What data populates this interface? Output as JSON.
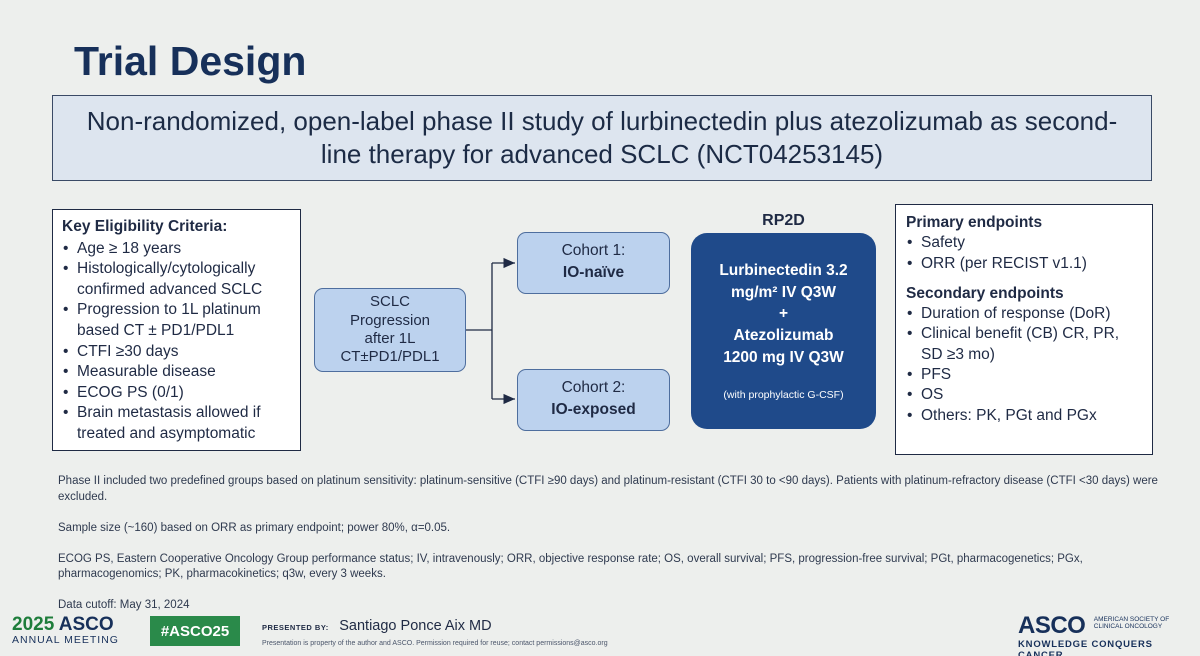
{
  "title": "Trial Design",
  "subtitle": "Non-randomized, open-label phase II study of lurbinectedin plus atezolizumab as second-line therapy for advanced SCLC (NCT04253145)",
  "eligibility": {
    "heading": "Key Eligibility Criteria:",
    "items": [
      "Age ≥ 18 years",
      "Histologically/cytologically confirmed advanced SCLC",
      "Progression to 1L platinum based CT ±  PD1/PDL1",
      "CTFI ≥30 days",
      "Measurable disease",
      "ECOG PS (0/1)",
      "Brain metastasis allowed if treated and asymptomatic"
    ]
  },
  "sclc_box": [
    "SCLC",
    "Progression",
    "after 1L",
    "CT±PD1/PDL1"
  ],
  "cohorts": [
    {
      "name": "Cohort 1:",
      "group": "IO-naïve"
    },
    {
      "name": "Cohort 2:",
      "group": "IO-exposed"
    }
  ],
  "rp2d": {
    "label": "RP2D",
    "lines": [
      "Lurbinectedin 3.2",
      "mg/m² IV Q3W",
      "+",
      "Atezolizumab",
      "1200 mg IV Q3W"
    ],
    "note": "(with prophylactic G-CSF)"
  },
  "endpoints": {
    "primary_heading": "Primary endpoints",
    "primary": [
      "Safety",
      "ORR (per RECIST v1.1)"
    ],
    "secondary_heading": "Secondary endpoints",
    "secondary": [
      "Duration of response (DoR)",
      "Clinical benefit (CB) CR, PR, SD ≥3 mo)",
      "PFS",
      "OS",
      "Others: PK, PGt and PGx"
    ]
  },
  "notes": {
    "groups": "Phase II included two predefined groups based on platinum sensitivity: platinum-sensitive (CTFI ≥90 days) and platinum-resistant (CTFI 30 to <90 days). Patients with platinum-refractory disease (CTFI <30 days) were excluded.",
    "sample": "Sample size (~160) based on ORR as primary endpoint; power 80%, α=0.05.",
    "abbrev": "ECOG PS, Eastern Cooperative Oncology Group performance status; IV, intravenously; ORR, objective response rate; OS, overall survival; PFS, progression-free survival; PGt, pharmacogenetics; PGx, pharmacogenomics; PK, pharmacokinetics; q3w, every 3 weeks.",
    "cutoff": "Data cutoff: May 31, 2024"
  },
  "footer": {
    "meeting_year": "2025",
    "meeting_name": "ASCO",
    "meeting_sub": "ANNUAL MEETING",
    "hashtag": "#ASCO25",
    "presented_label": "PRESENTED BY:",
    "presenter": "Santiago Ponce Aix MD",
    "disclaimer": "Presentation is property of the author and ASCO. Permission required for reuse; contact permissions@asco.org",
    "logo_text": "ASCO",
    "logo_society": [
      "AMERICAN SOCIETY OF",
      "CLINICAL ONCOLOGY"
    ],
    "logo_tagline": "KNOWLEDGE CONQUERS CANCER"
  }
}
